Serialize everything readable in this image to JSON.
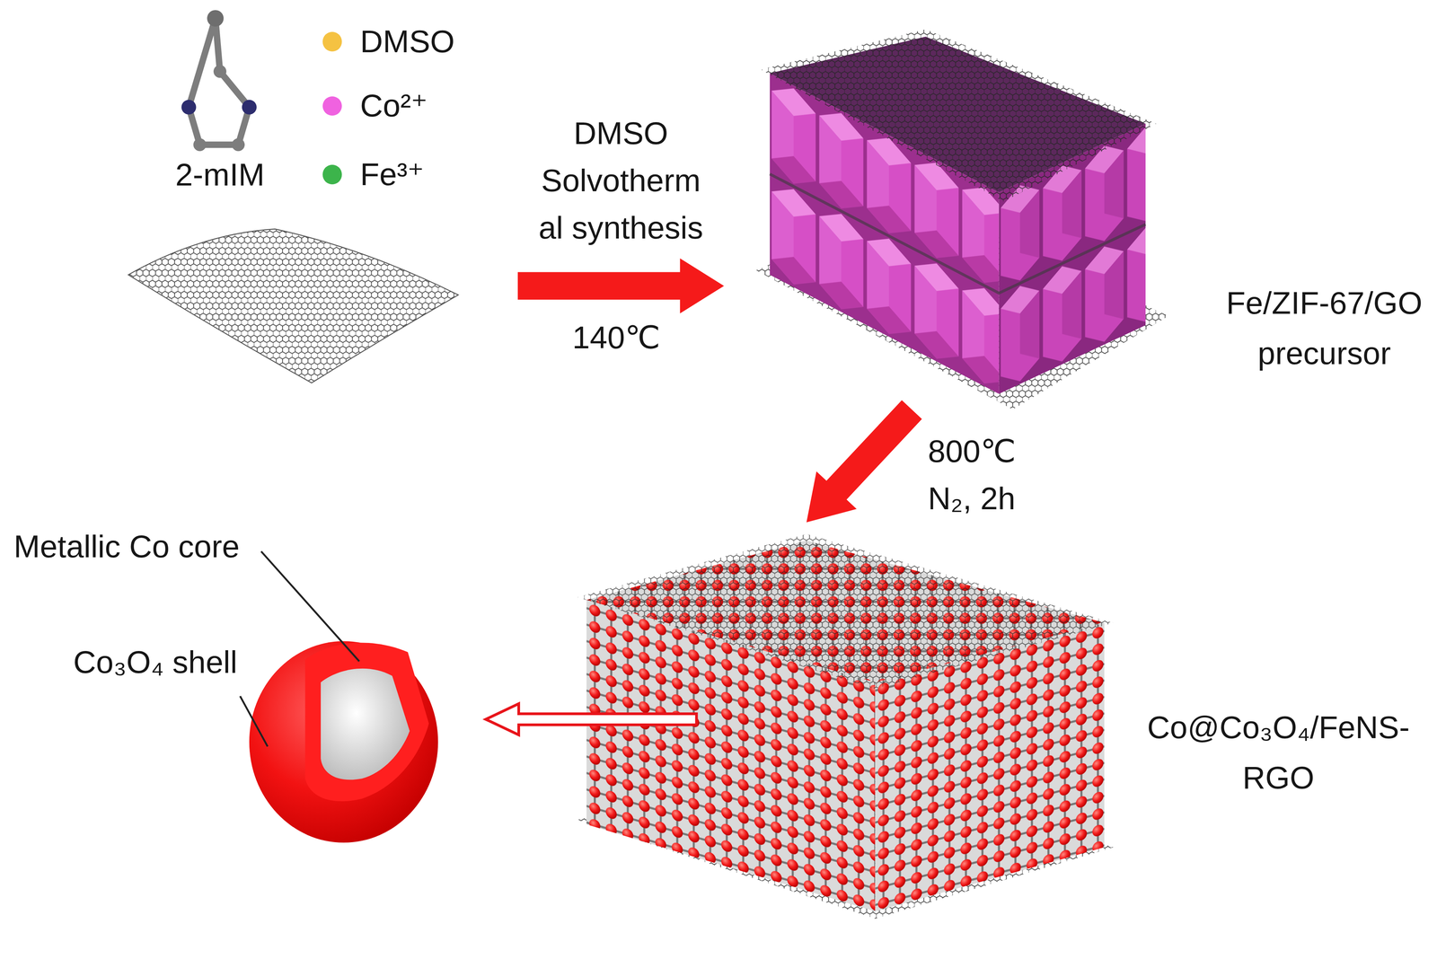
{
  "diagram": {
    "nodes": [
      {
        "text": [
          "2-mIM"
        ]
      },
      {
        "text": [
          "Fe/ZIF-67/GO precursor"
        ]
      },
      {
        "text": [
          "Co@Co₃O₄/FeNS- RGO"
        ]
      },
      {
        "text": [
          "Metallic Co core",
          "Co₃O₄ shell"
        ]
      }
    ],
    "edges": [
      {
        "from": 0,
        "to": 1,
        "arrow": "to",
        "label": "DMSO Solvotherm al synthesis"
      },
      {
        "from": 1,
        "to": 2,
        "arrow": "to",
        "label": "800℃ N₂, 2h"
      },
      {
        "from": 2,
        "to": 3,
        "arrow": "to"
      }
    ],
    "labels": [
      "140℃"
    ],
    "legend": [
      {
        "text": "DMSO",
        "color": "#f5c242"
      },
      {
        "text": "Co²⁺",
        "color": "#f062e0"
      },
      {
        "text": "Fe³⁺",
        "color": "#3cb44b"
      }
    ]
  }
}
